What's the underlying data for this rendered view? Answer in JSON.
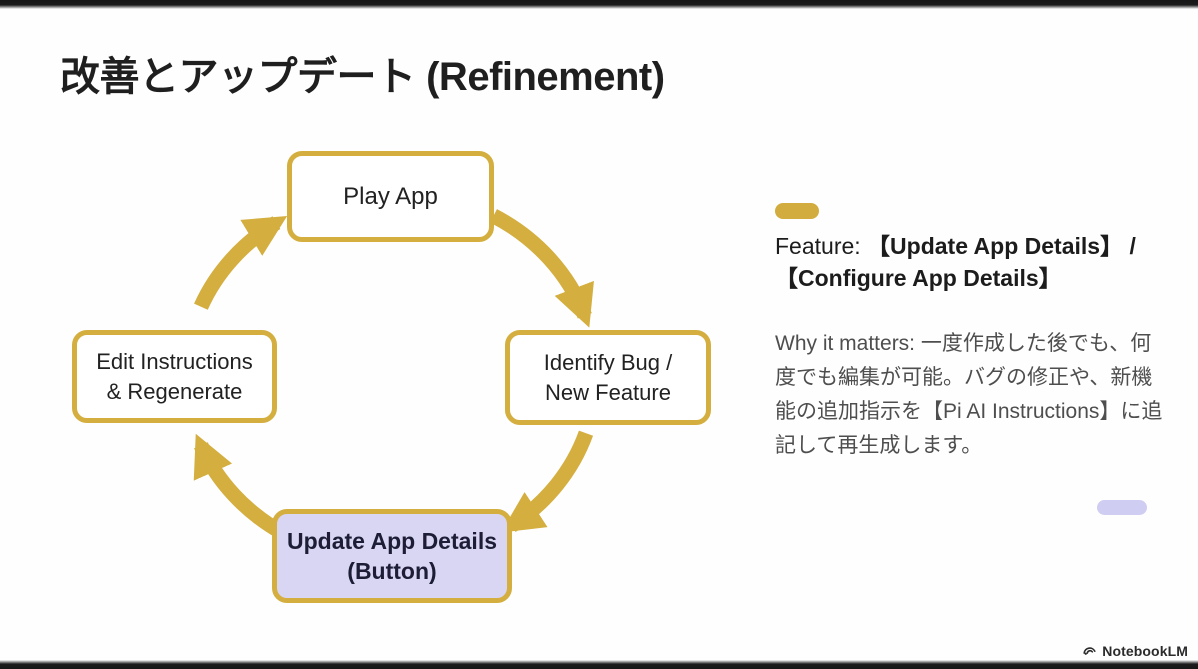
{
  "slide": {
    "title": "改善とアップデート (Refinement)"
  },
  "diagram": {
    "flow": "clockwise",
    "arrow_color": "#D4AE3E",
    "highlight_fill": "#D9D6F4",
    "nodes": [
      {
        "id": "play-app",
        "label": "Play App",
        "highlighted": false
      },
      {
        "id": "identify-bug-new-feature",
        "label": "Identify Bug /\nNew Feature",
        "highlighted": false
      },
      {
        "id": "update-app-details-button",
        "label": "Update App Details\n(Button)",
        "highlighted": true
      },
      {
        "id": "edit-instructions-regenerate",
        "label": "Edit Instructions\n& Regenerate",
        "highlighted": false
      }
    ]
  },
  "panel": {
    "marker_color": "#D2AC3E",
    "feature_prefix": "Feature: ",
    "feature_line1": "【Update App Details】 /",
    "feature_line2": "【Configure App Details】",
    "why_text": "Why it matters: 一度作成した後でも、何度でも編集が可能。バグの修正や、新機能の追加指示を【Pi AI Instructions】に追記して再生成します。"
  },
  "decor": {
    "lavender_dash_color": "#CFCDF2"
  },
  "footer": {
    "logo_text": "NotebookLM"
  }
}
